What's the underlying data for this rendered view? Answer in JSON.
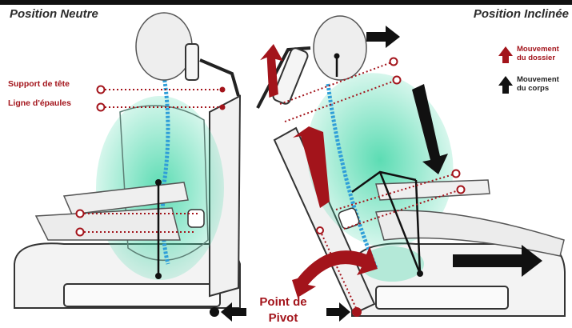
{
  "titles": {
    "left": "Position Neutre",
    "right": "Position Inclinée"
  },
  "labels": {
    "head_support": "Support de tête",
    "shoulder_line": "Ligne d'épaules",
    "pivot_line1": "Point de",
    "pivot_line2": "Pivot"
  },
  "legend": {
    "backrest_line1": "Mouvement",
    "backrest_line2": "du dossier",
    "body_line1": "Mouvement",
    "body_line2": "du corps"
  },
  "colors": {
    "accent_red": "#a3141b",
    "body_green": "#3fd6a6",
    "spine_blue": "#2f9ed8",
    "arrow_black": "#111111"
  }
}
